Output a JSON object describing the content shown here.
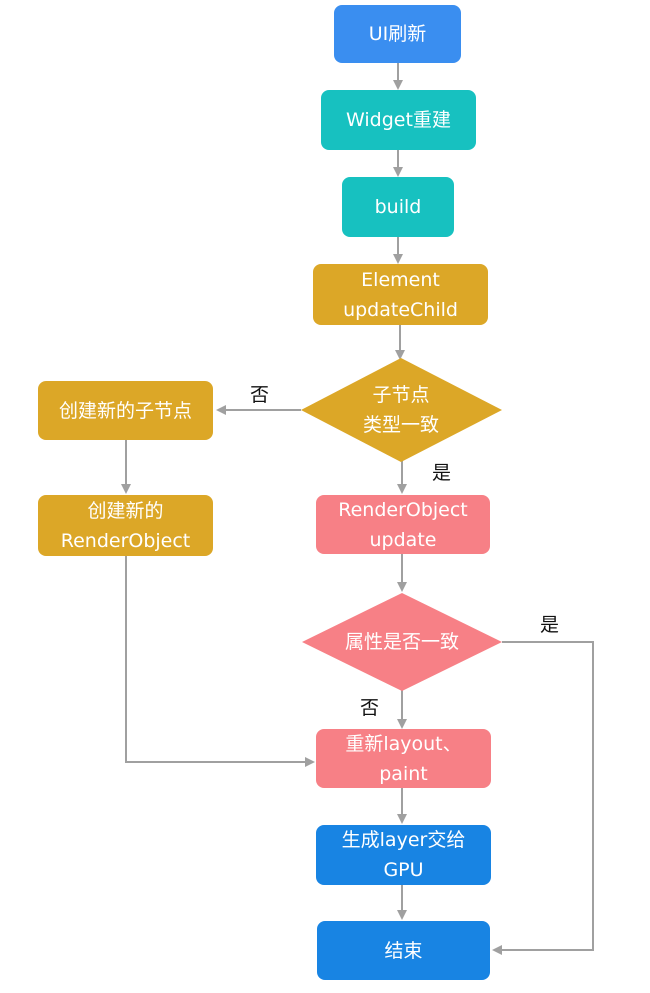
{
  "colors": {
    "blue": "#3a8ef0",
    "teal": "#17c1c0",
    "gold": "#dca727",
    "pink": "#f78086",
    "blue_dark": "#1884e3",
    "arrow": "#a0a0a0"
  },
  "nodes": {
    "ui_refresh": "UI刷新",
    "widget_rebuild": "Widget重建",
    "build": "build",
    "element_update_line1": "Element",
    "element_update_line2": "updateChild",
    "child_type_same_line1": "子节点",
    "child_type_same_line2": "类型一致",
    "create_child": "创建新的子节点",
    "create_render_line1": "创建新的",
    "create_render_line2": "RenderObject",
    "render_update_line1": "RenderObject",
    "render_update_line2": "update",
    "props_same": "属性是否一致",
    "relayout_line1": "重新layout、",
    "relayout_line2": "paint",
    "gen_layer_line1": "生成layer交给",
    "gen_layer_line2": "GPU",
    "end": "结束"
  },
  "edge_labels": {
    "no_1": "否",
    "yes_1": "是",
    "yes_2": "是",
    "no_2": "否"
  }
}
